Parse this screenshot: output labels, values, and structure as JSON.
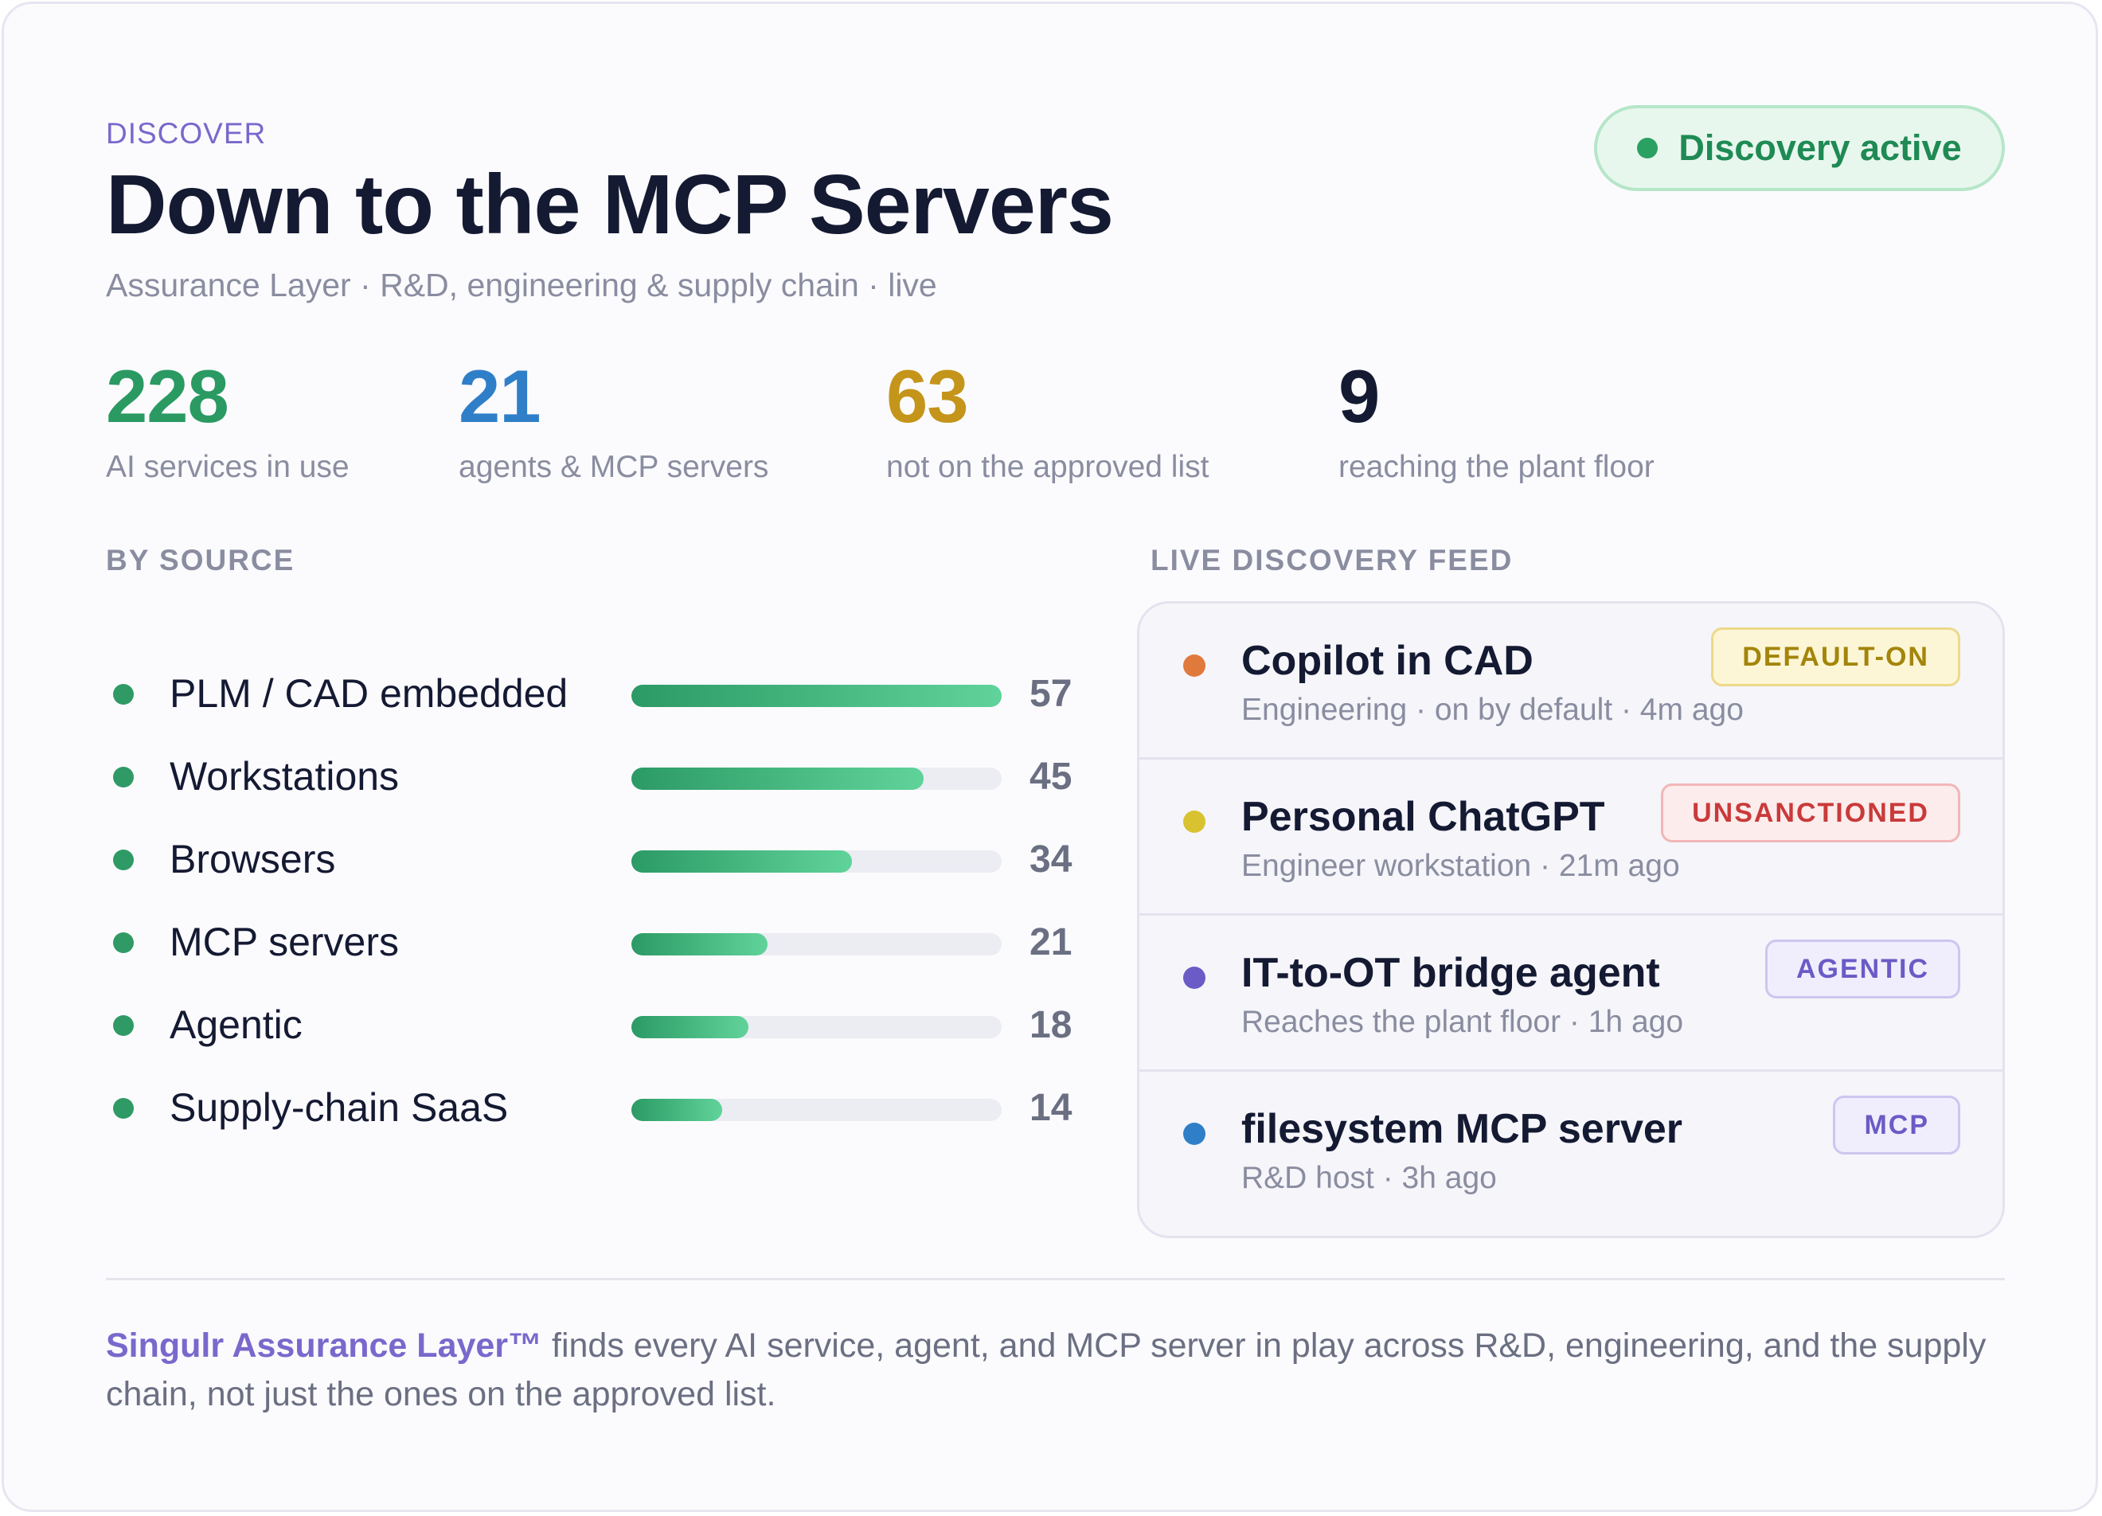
{
  "header": {
    "eyebrow": "DISCOVER",
    "title": "Down to the MCP Servers",
    "subtitle": "Assurance Layer · R&D, engineering & supply chain · live"
  },
  "status_badge": {
    "label": "Discovery active",
    "color": "#2aa163"
  },
  "stats": [
    {
      "value": "228",
      "label": "AI services in use",
      "color": "#2a9a62"
    },
    {
      "value": "21",
      "label": "agents & MCP servers",
      "color": "#2f7fc8"
    },
    {
      "value": "63",
      "label": "not on the approved list",
      "color": "#c4951a"
    },
    {
      "value": "9",
      "label": "reaching the plant floor",
      "color": "#151a33"
    }
  ],
  "by_source": {
    "label": "BY SOURCE",
    "max": 57,
    "items": [
      {
        "name": "PLM / CAD embedded",
        "value": 57
      },
      {
        "name": "Workstations",
        "value": 45
      },
      {
        "name": "Browsers",
        "value": 34
      },
      {
        "name": "MCP servers",
        "value": 21
      },
      {
        "name": "Agentic",
        "value": 18
      },
      {
        "name": "Supply-chain SaaS",
        "value": 14
      }
    ]
  },
  "feed": {
    "label": "LIVE DISCOVERY FEED",
    "items": [
      {
        "name": "Copilot in CAD",
        "meta": "Engineering · on by default · 4m ago",
        "tag": "DEFAULT-ON",
        "dot_color": "#e07a3c"
      },
      {
        "name": "Personal ChatGPT",
        "meta": "Engineer workstation · 21m ago",
        "tag": "UNSANCTIONED",
        "dot_color": "#d8c230"
      },
      {
        "name": "IT-to-OT bridge agent",
        "meta": "Reaches the plant floor · 1h ago",
        "tag": "AGENTIC",
        "dot_color": "#6a5bc6"
      },
      {
        "name": "filesystem MCP server",
        "meta": "R&D host · 3h ago",
        "tag": "MCP",
        "dot_color": "#2f7fc8"
      }
    ]
  },
  "footer": {
    "brand": "Singulr Assurance Layer™",
    "text": " finds every AI service, agent, and MCP server in play across R&D, engineering, and the supply chain, not just the ones on the approved list."
  }
}
